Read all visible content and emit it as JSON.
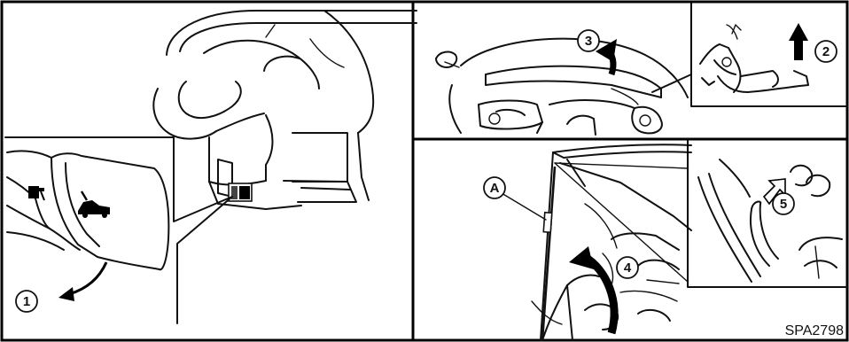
{
  "callouts": {
    "step1": "1",
    "step2": "2",
    "step3": "3",
    "step4": "4",
    "step5": "5",
    "partA": "A"
  },
  "figure_code": "SPA2798",
  "icons": {
    "fuel_door_release": "fuel-door-icon",
    "hood_release": "car-hood-icon"
  }
}
